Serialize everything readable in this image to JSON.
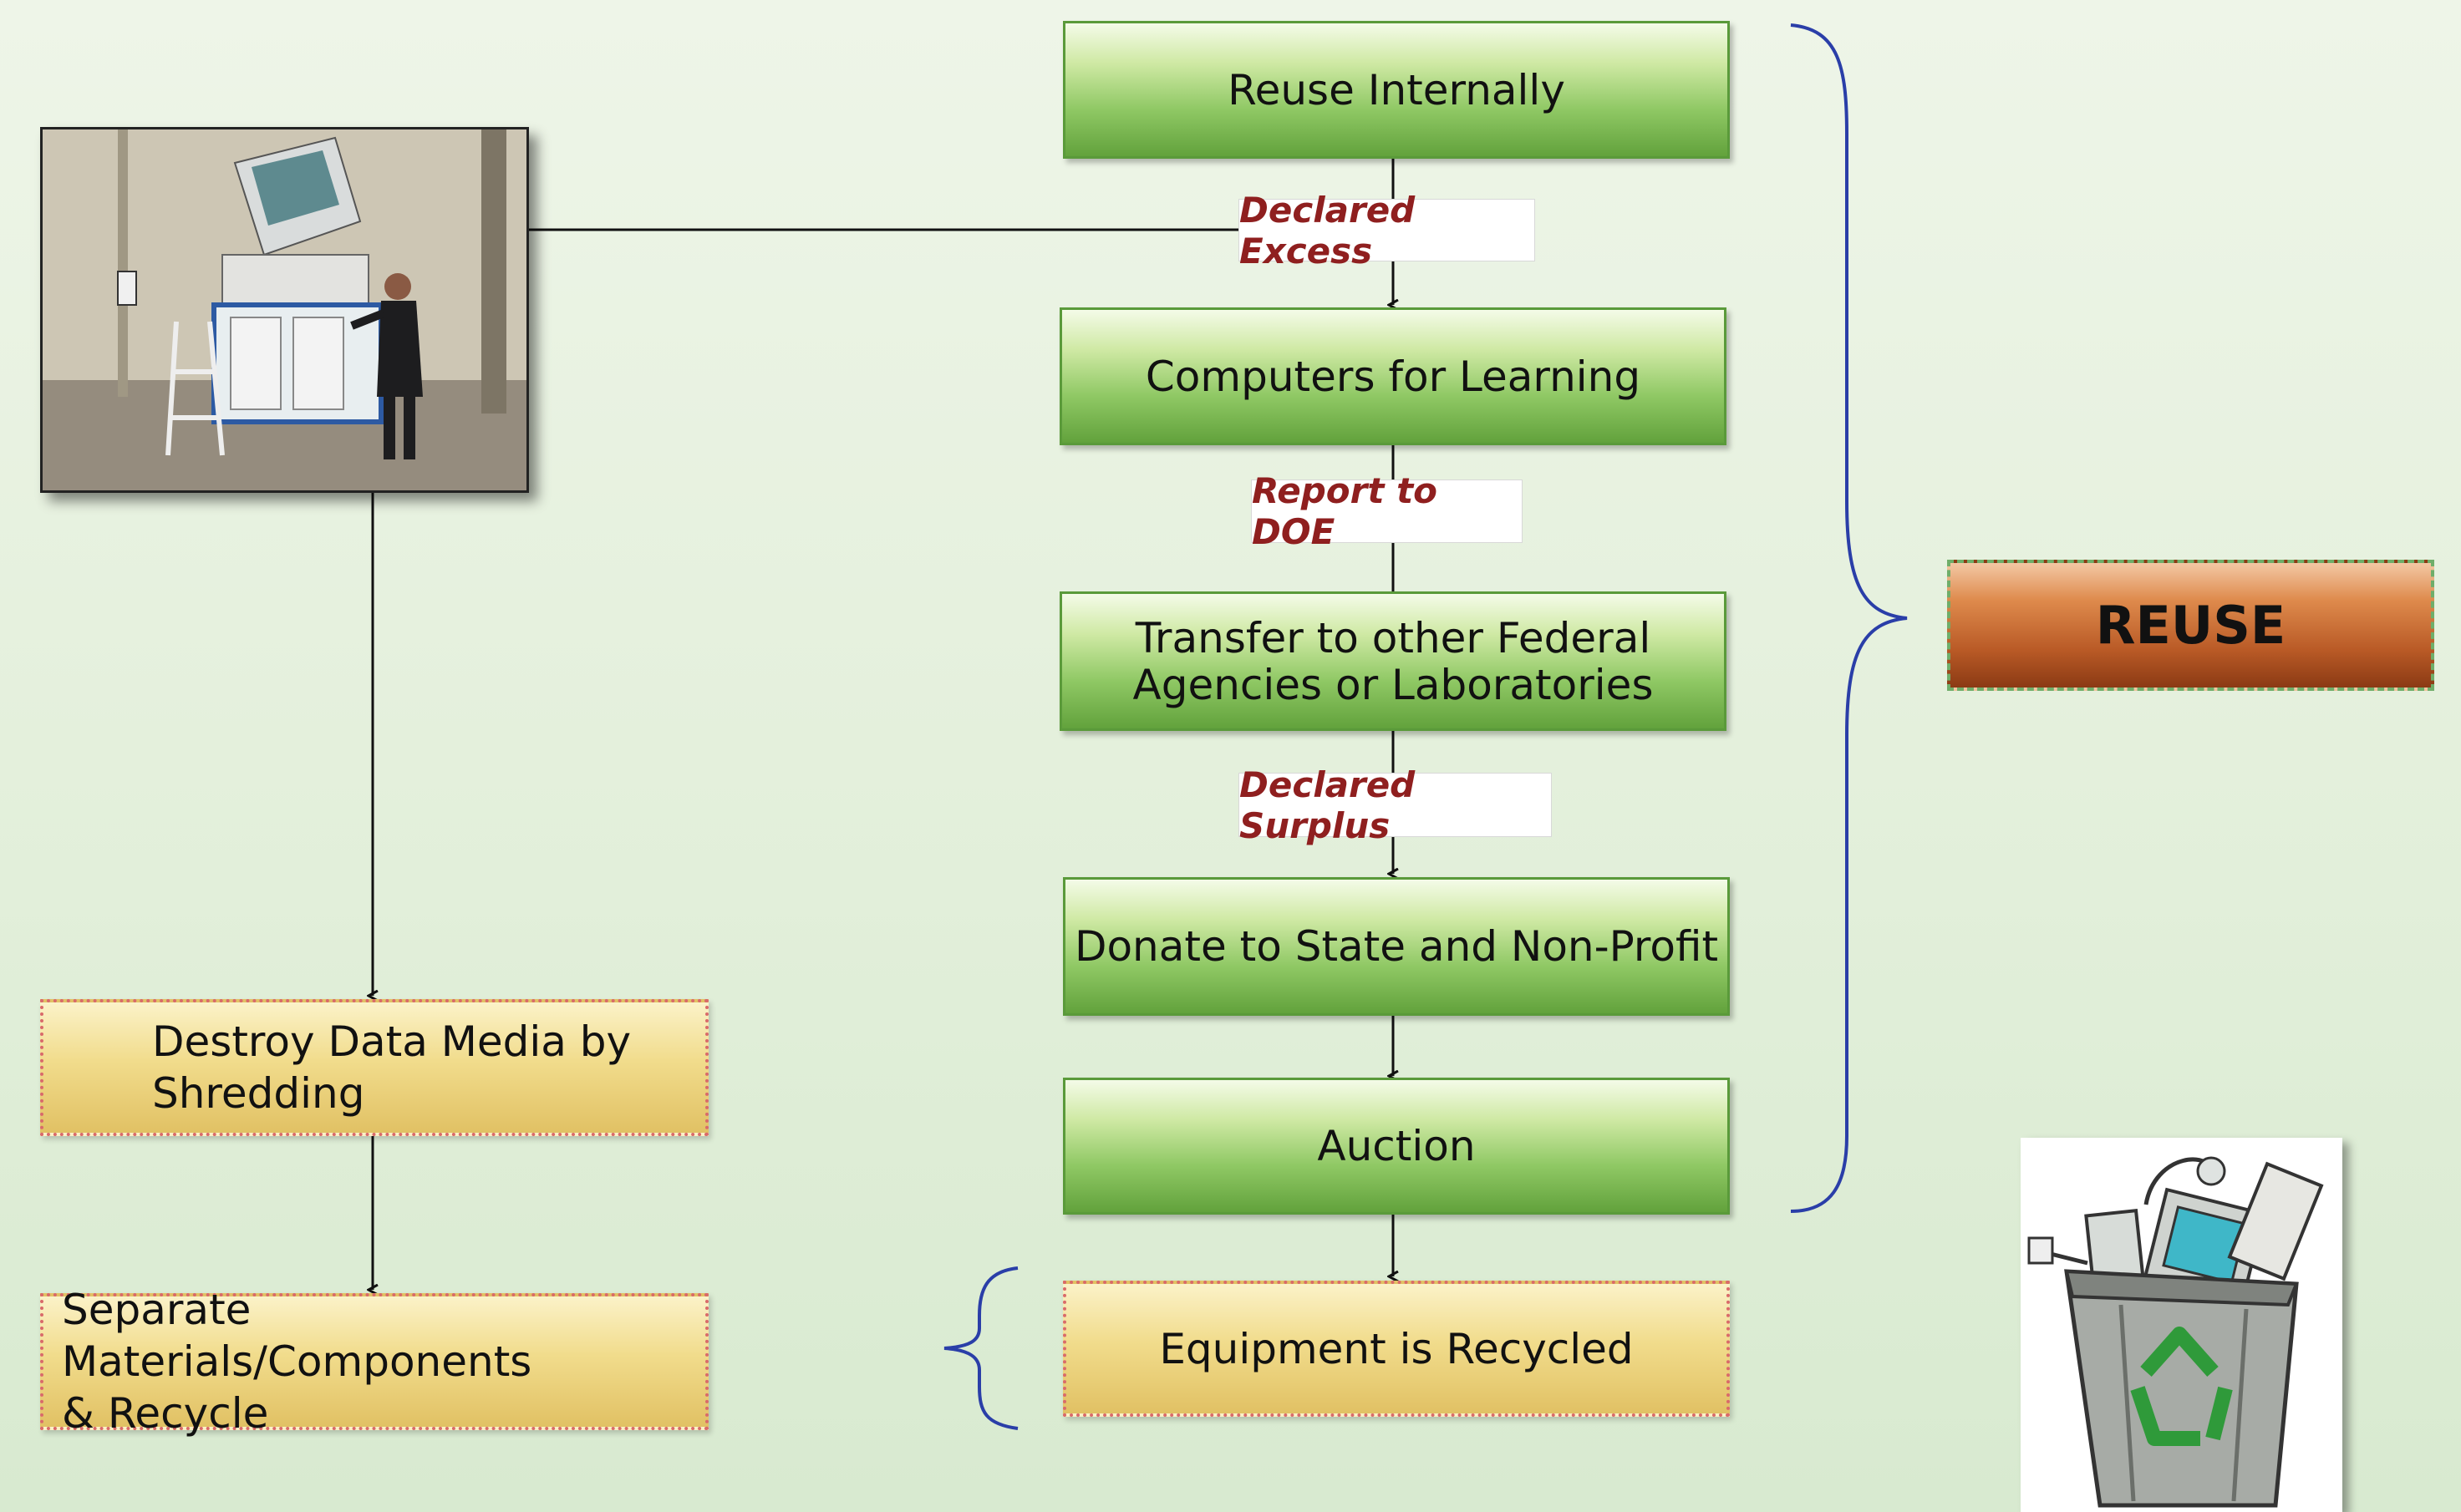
{
  "diagram": {
    "steps": {
      "reuse_internally": "Reuse Internally",
      "computers_for_learning": "Computers for Learning",
      "transfer_line1": "Transfer to other Federal",
      "transfer_line2": "Agencies or Laboratories",
      "donate": "Donate to State and Non-Profit",
      "auction": "Auction",
      "equipment_recycled": "Equipment is Recycled"
    },
    "transitions": {
      "declared_excess": "Declared Excess",
      "report_to_doe": "Report to DOE",
      "declared_surplus": "Declared Surplus"
    },
    "left_branch": {
      "destroy_line1": "Destroy Data Media by",
      "destroy_line2": "Shredding",
      "separate_line1": "Separate Materials/Components",
      "separate_line2": "& Recycle"
    },
    "group_label": "REUSE"
  },
  "colors": {
    "green_box": "#8fc864",
    "yellow_box": "#f1dc8c",
    "reuse_box": "#b95a26",
    "brace": "#2a3ea8",
    "label_text": "#8f1f1f"
  },
  "icons": {
    "photo": "shredder-machine-photo",
    "clipart": "recycle-bin-icon"
  }
}
